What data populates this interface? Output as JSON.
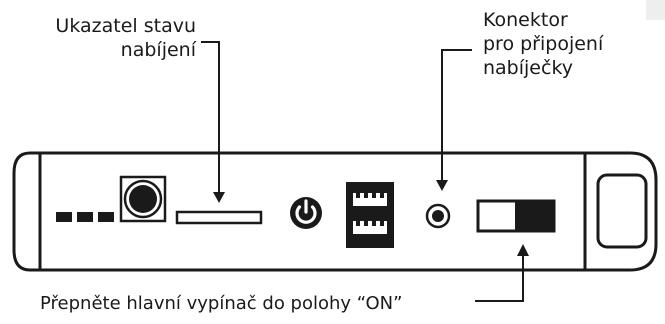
{
  "labels": {
    "charge_indicator": [
      "Ukazatel stavu",
      "nabíjení"
    ],
    "charger_connector": [
      "Konektor",
      "pro připojení",
      "nabíječky"
    ],
    "main_switch": "Přepněte hlavní vypínač do polohy “ON”"
  },
  "icons": {
    "power": "power-icon",
    "usb": "usb-ports-icon",
    "led_dots": "led-indicator-dots-icon",
    "dc_jack": "dc-jack-icon",
    "switch": "power-switch-icon"
  },
  "colors": {
    "line": "#1a1a1a",
    "background": "#ffffff",
    "panel_edge": "#eeeeee"
  }
}
